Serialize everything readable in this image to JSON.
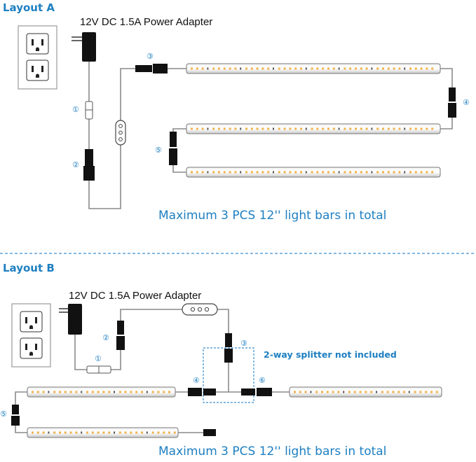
{
  "layout_a": {
    "title": "Layout A",
    "adapter_label": "12V DC 1.5A Power Adapter",
    "caption": "Maximum 3 PCS 12'' light bars in total",
    "markers": [
      "①",
      "②",
      "③",
      "④",
      "⑤"
    ]
  },
  "layout_b": {
    "title": "Layout B",
    "adapter_label": "12V DC 1.5A Power Adapter",
    "splitter_note": "2-way splitter not included",
    "caption": "Maximum 3 PCS 12'' light bars in total",
    "markers": [
      "①",
      "②",
      "③",
      "④",
      "⑤",
      "⑥"
    ]
  },
  "colors": {
    "accent": "#1d7fc1",
    "led": "#f2b24c",
    "connector": "#111111",
    "wire": "#8a8a8a"
  }
}
